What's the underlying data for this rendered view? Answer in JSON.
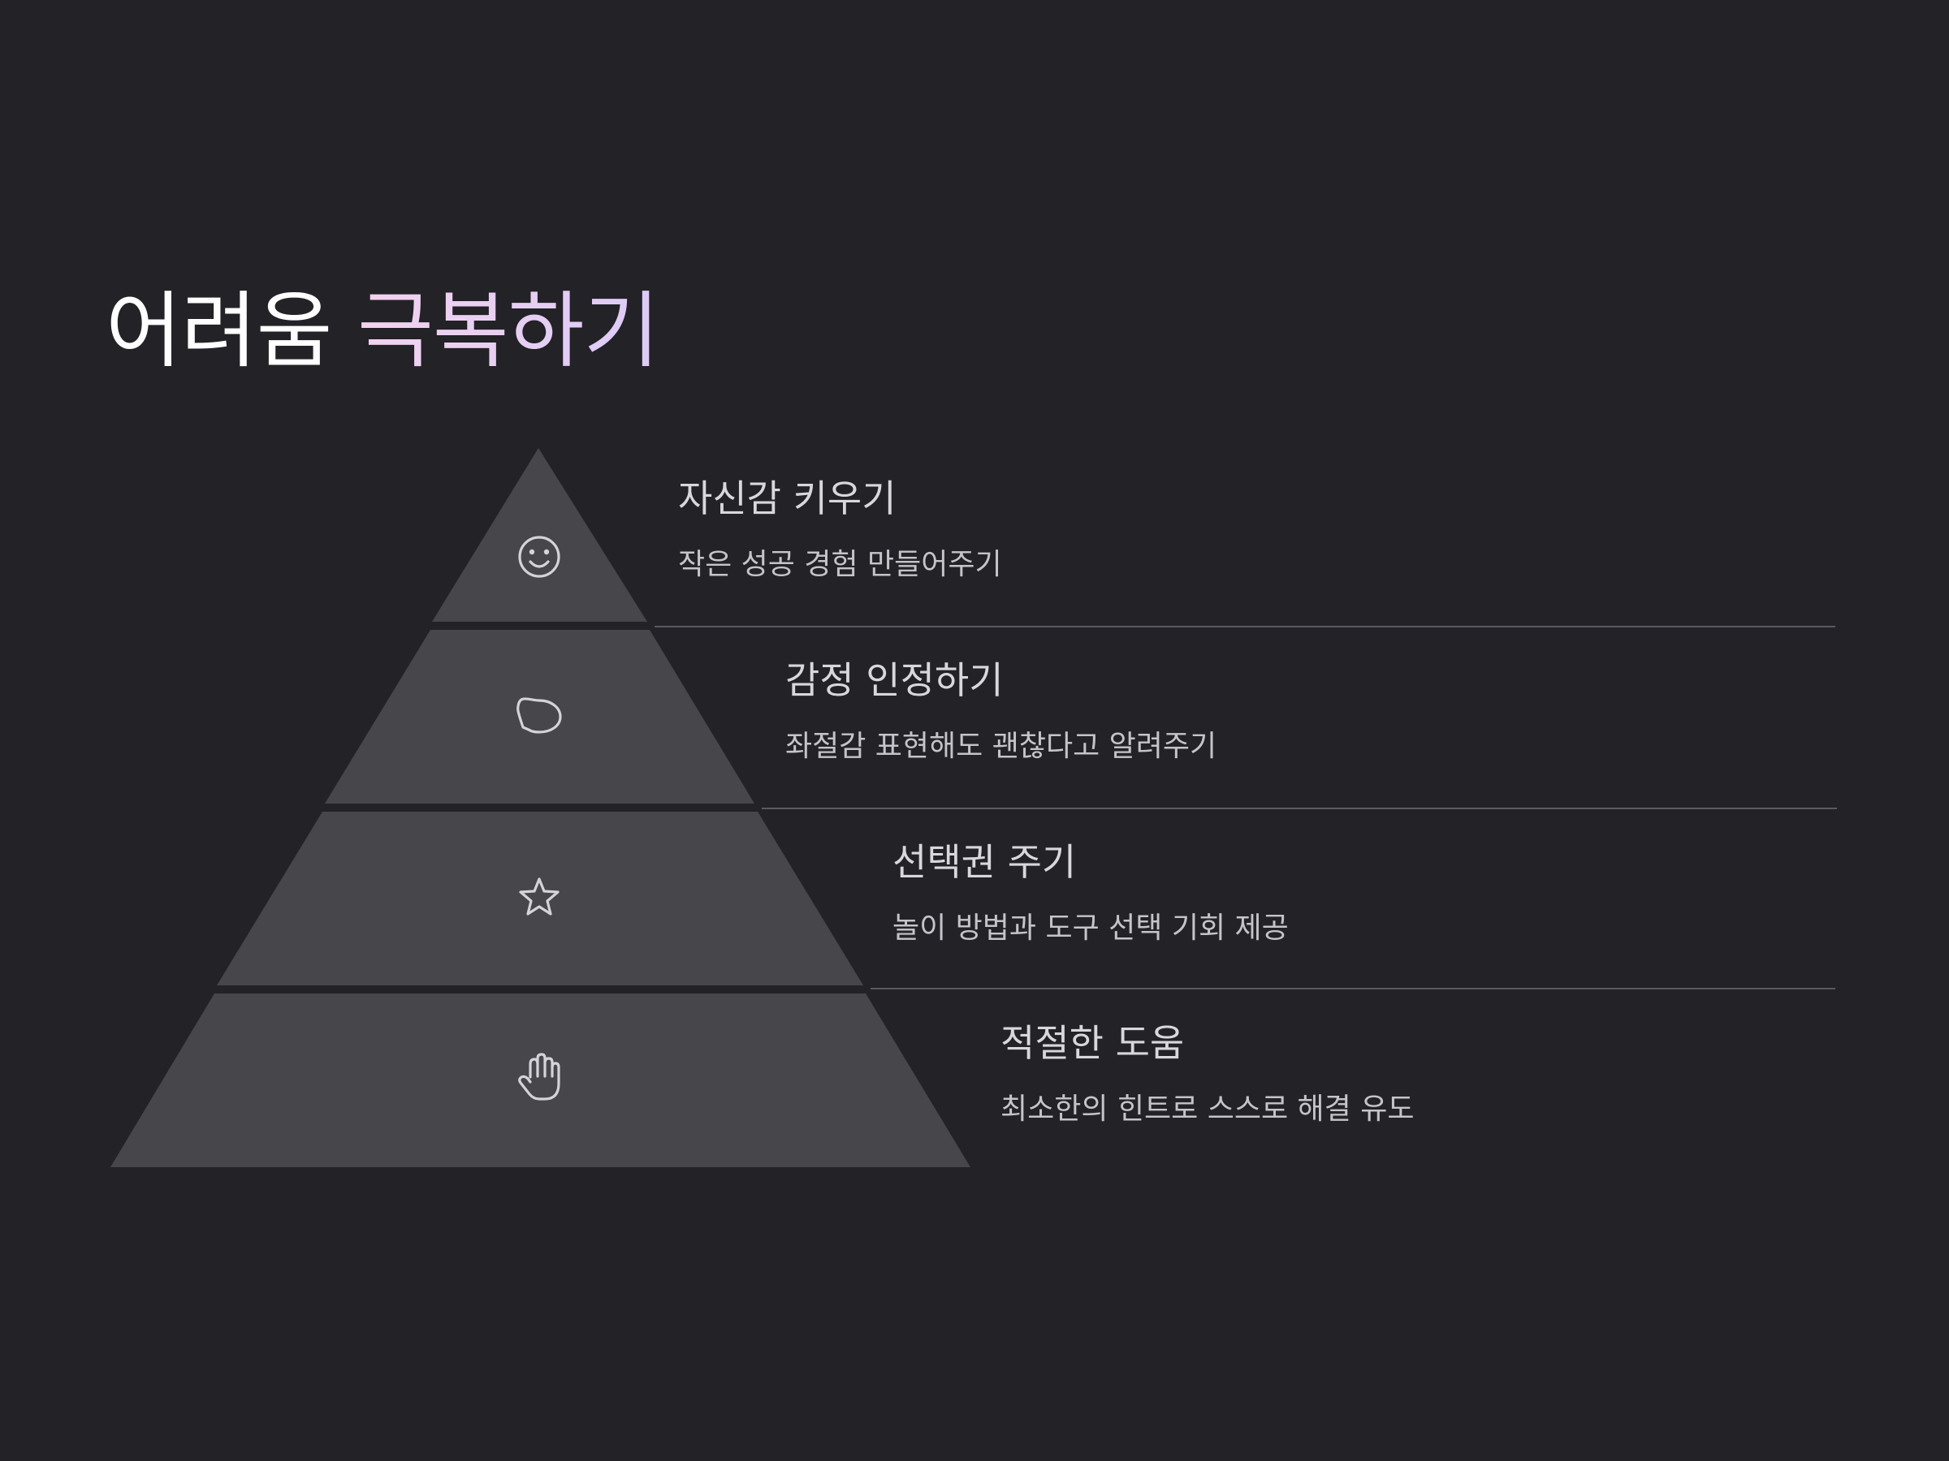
{
  "title": {
    "plain": "어려움",
    "accent": "극복하기"
  },
  "levels": [
    {
      "heading": "자신감 키우기",
      "description": "작은 성공 경험 만들어주기",
      "icon": "smile-icon"
    },
    {
      "heading": "감정 인정하기",
      "description": "좌절감 표현해도 괜찮다고 알려주기",
      "icon": "speech-bubble-icon"
    },
    {
      "heading": "선택권 주기",
      "description": "놀이 방법과 도구 선택 기회 제공",
      "icon": "star-icon"
    },
    {
      "heading": "적절한 도움",
      "description": "최소한의 힌트로 스스로 해결 유도",
      "icon": "hand-icon"
    }
  ],
  "colors": {
    "background": "#222227",
    "tier": "#46464b",
    "icon": "#d4d4d8",
    "heading": "#d8d8dc",
    "description": "#c4c4c9",
    "title_accent_start": "#f3d2ee",
    "title_accent_end": "#dccbf7"
  }
}
